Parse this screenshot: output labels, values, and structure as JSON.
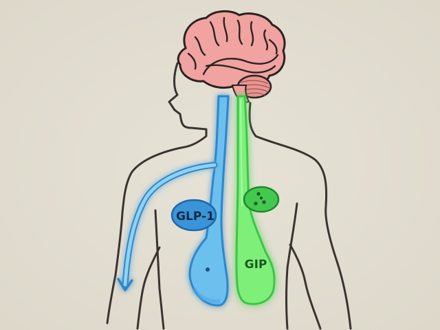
{
  "diagram": {
    "labels": {
      "glp1": "GLP-1",
      "gip": "GIP"
    },
    "colors": {
      "background": "#e2ddd0",
      "outline": "#3a3330",
      "brain": "#f0a3a0",
      "brain_stroke": "#2a2220",
      "glp1_fill": "#6cc0ee",
      "glp1_dark": "#2f86c9",
      "glp1_text": "#0f2a44",
      "gip_fill": "#7ef07a",
      "gip_dark": "#3cc44a",
      "gip_text": "#1a5a22"
    },
    "elements": [
      "human-body-outline",
      "brain",
      "glp1-pathway",
      "glp1-cell",
      "glp1-arrow",
      "gip-pathway",
      "gip-cell"
    ]
  }
}
